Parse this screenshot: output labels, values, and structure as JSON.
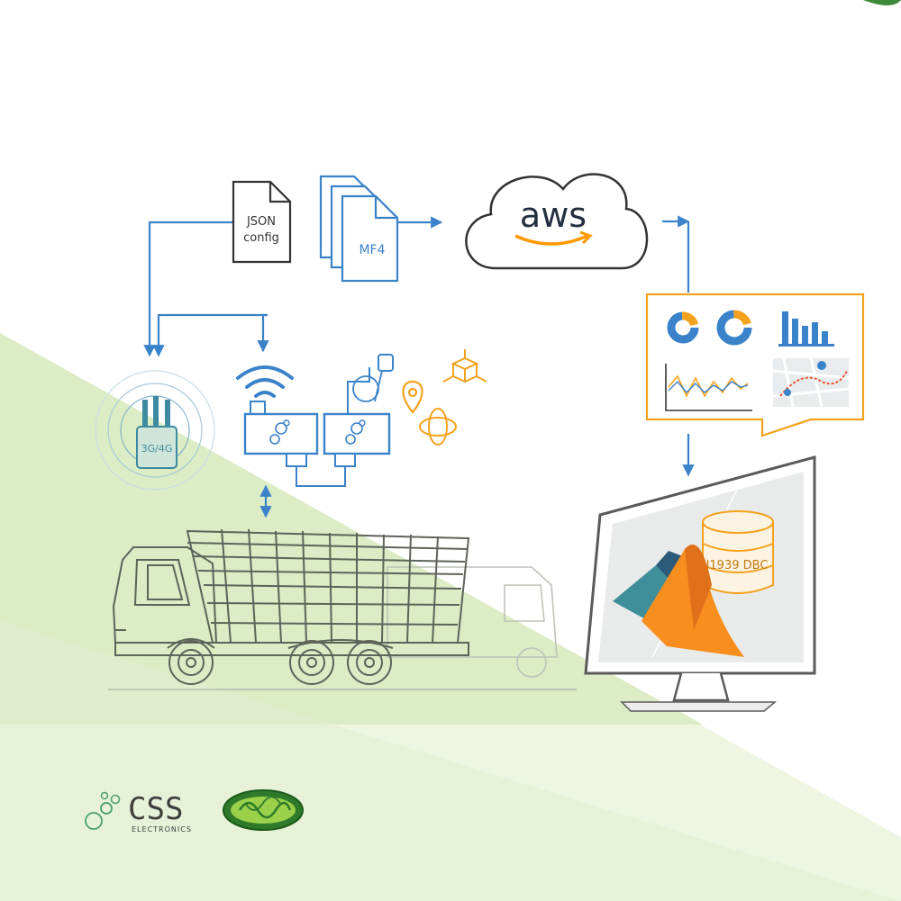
{
  "config_file": {
    "line1": "JSON",
    "line2": "config"
  },
  "log_file": {
    "label": "MF4"
  },
  "cloud": {
    "label": "aws"
  },
  "modem": {
    "label": "3G/4G"
  },
  "database": {
    "label": "J1939 DBC"
  },
  "brand": {
    "name": "CSS",
    "sub": "ELECTRONICS"
  },
  "colors": {
    "blue": "#3a82c9",
    "orange": "#f4a21d",
    "green_light": "#e7f1d6",
    "green_mid": "#c8e0a2",
    "aws_orange": "#ff9900",
    "aws_text": "#232f3e",
    "gray": "#6b6b6b"
  },
  "icons": [
    "wifi-icon",
    "location-pin-icon",
    "3d-axes-icon",
    "orbit-icon",
    "donut-chart-icon",
    "bar-chart-icon",
    "line-chart-icon",
    "map-icon",
    "matlab-logo-icon",
    "database-icon",
    "truck-icon",
    "monitor-icon",
    "css-logo-icon",
    "partner-logo-icon"
  ]
}
